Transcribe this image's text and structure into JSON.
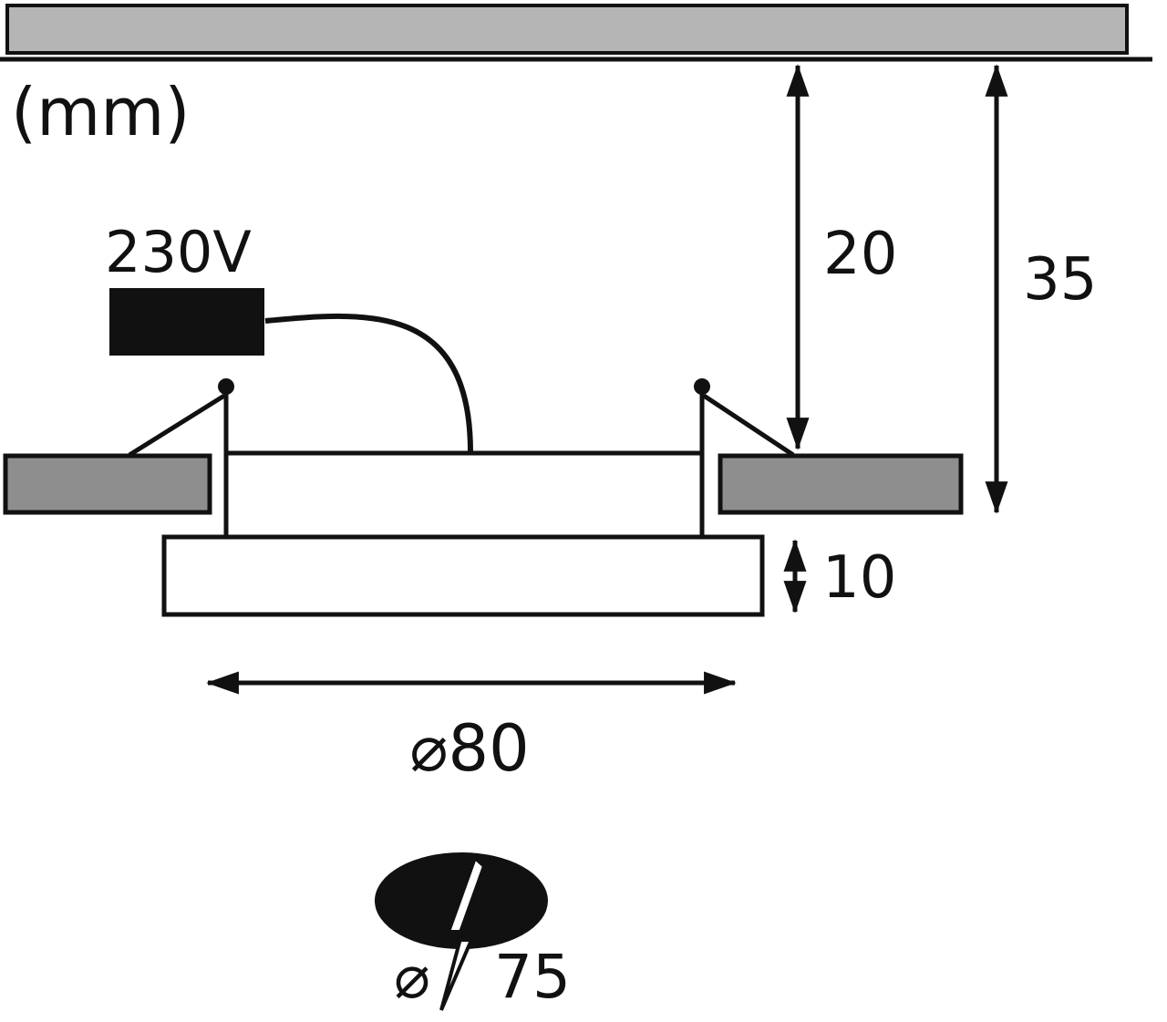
{
  "diagram": {
    "units_label": "(mm)",
    "voltage_label": "230V",
    "dimensions": {
      "recess_depth": "20",
      "total_depth": "35",
      "panel_height": "10",
      "outer_diameter": "⌀80",
      "cutout_prefix": "⌀",
      "cutout_value": "75"
    },
    "colors": {
      "ceiling": "#b5b5b5",
      "flange": "#8e8e8e",
      "line": "#111111"
    }
  }
}
